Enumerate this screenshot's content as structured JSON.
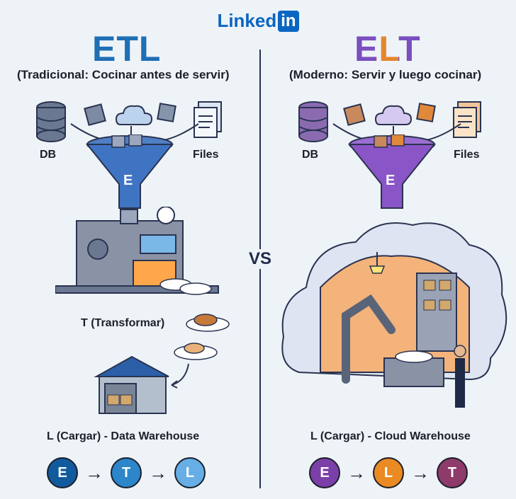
{
  "logo": {
    "word": "Linked",
    "box": "in"
  },
  "vs": "VS",
  "left": {
    "title_a": "ETL",
    "subtitle": "(Tradicional: Cocinar antes de servir)",
    "db": "DB",
    "files": "Files",
    "funnel": "E",
    "transform": "T (Transformar)",
    "load": "L (Cargar) - Data Warehouse",
    "sequence": [
      "E",
      "T",
      "L"
    ]
  },
  "right": {
    "title_a": "ELT",
    "subtitle": "(Moderno: Servir y luego cocinar)",
    "db": "DB",
    "files": "Files",
    "funnel": "E",
    "load": "L (Cargar) - Cloud Warehouse",
    "sequence": [
      "E",
      "L",
      "T"
    ]
  },
  "colors": {
    "etl_title": "#1f6fb5",
    "elt_e": "#7a4fbf",
    "elt_l": "#e4862c",
    "elt_t": "#7a4fbf",
    "seq_e_left": "#125a9e",
    "seq_t_left": "#2c86c9",
    "seq_l_left": "#67aee6",
    "seq_e_right": "#7b3fa8",
    "seq_l_right": "#ea8a22",
    "seq_t_right": "#8e3a6a"
  }
}
